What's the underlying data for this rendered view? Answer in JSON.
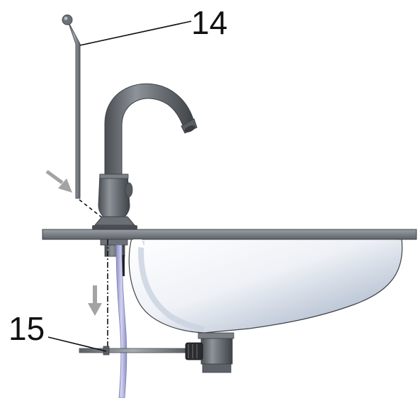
{
  "callouts": [
    {
      "id": "callout-14",
      "label": "14"
    },
    {
      "id": "callout-15",
      "label": "15"
    }
  ],
  "colors": {
    "metal": "#6d7278",
    "metal_dark": "#4a4e53",
    "metal_light": "#9aa0a6",
    "countertop": "#7b8086",
    "basin_shadow": "#8a96a8",
    "hose": "#a7a8d6",
    "arrow": "#a3a3a3",
    "leader": "#111111"
  },
  "icons": {
    "down-arrow": "installation-direction-arrow",
    "diagonal-arrow": "insertion-direction-arrow"
  }
}
